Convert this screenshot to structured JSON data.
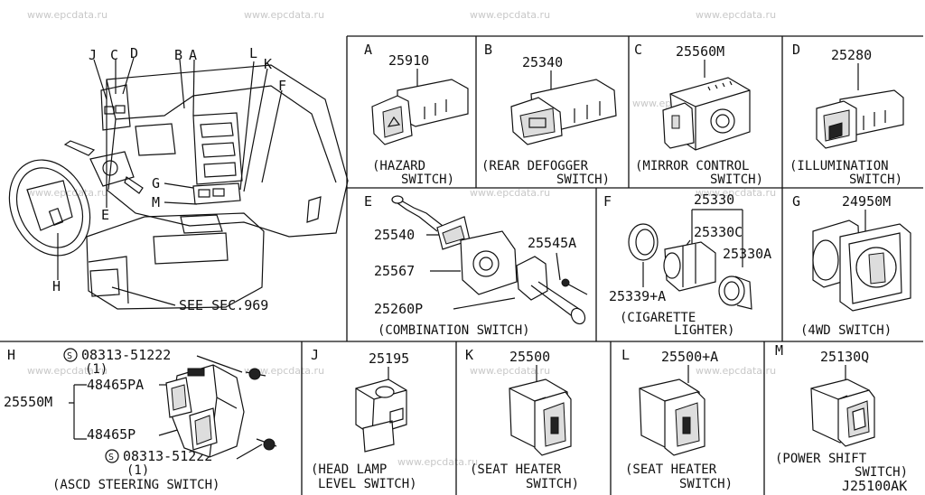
{
  "watermark": "www.epcdata.ru",
  "diagram_code": "J25100AK",
  "overview": {
    "letters": [
      "J",
      "C",
      "D",
      "B",
      "A",
      "L",
      "K",
      "F",
      "G",
      "M",
      "E",
      "H"
    ],
    "see_ref": "SEE SEC.969"
  },
  "cells": {
    "A": {
      "letter": "A",
      "part": "25910",
      "caption": [
        "(HAZARD",
        "SWITCH)"
      ]
    },
    "B": {
      "letter": "B",
      "part": "25340",
      "caption": [
        "(REAR DEFOGGER",
        "SWITCH)"
      ]
    },
    "C": {
      "letter": "C",
      "part": "25560M",
      "caption": [
        "(MIRROR CONTROL",
        "SWITCH)"
      ]
    },
    "D": {
      "letter": "D",
      "part": "25280",
      "caption": [
        "(ILLUMINATION",
        "SWITCH)"
      ]
    },
    "E": {
      "letter": "E",
      "parts": [
        "25540",
        "25567",
        "25260P",
        "25545A"
      ],
      "caption": [
        "(COMBINATION SWITCH)"
      ]
    },
    "F": {
      "letter": "F",
      "parts": [
        "25330",
        "25330C",
        "25330A",
        "25339+A"
      ],
      "caption": [
        "(CIGARETTE",
        "LIGHTER)"
      ]
    },
    "G": {
      "letter": "G",
      "part": "24950M",
      "caption": [
        "(4WD SWITCH)"
      ]
    },
    "H": {
      "letter": "H",
      "parts": [
        "08313-51222",
        "(1)",
        "48465PA",
        "25550M",
        "48465P",
        "08313-51222",
        "(1)"
      ],
      "bolt_symbol": "S",
      "caption": [
        "(ASCD STEERING SWITCH)"
      ]
    },
    "J": {
      "letter": "J",
      "part": "25195",
      "caption": [
        "(HEAD LAMP",
        "LEVEL SWITCH)"
      ]
    },
    "K": {
      "letter": "K",
      "part": "25500",
      "caption": [
        "(SEAT HEATER",
        "SWITCH)"
      ]
    },
    "L": {
      "letter": "L",
      "part": "25500+A",
      "caption": [
        "(SEAT HEATER",
        "SWITCH)"
      ]
    },
    "M": {
      "letter": "M",
      "part": "25130Q",
      "caption": [
        "(POWER SHIFT",
        "SWITCH)"
      ]
    }
  }
}
